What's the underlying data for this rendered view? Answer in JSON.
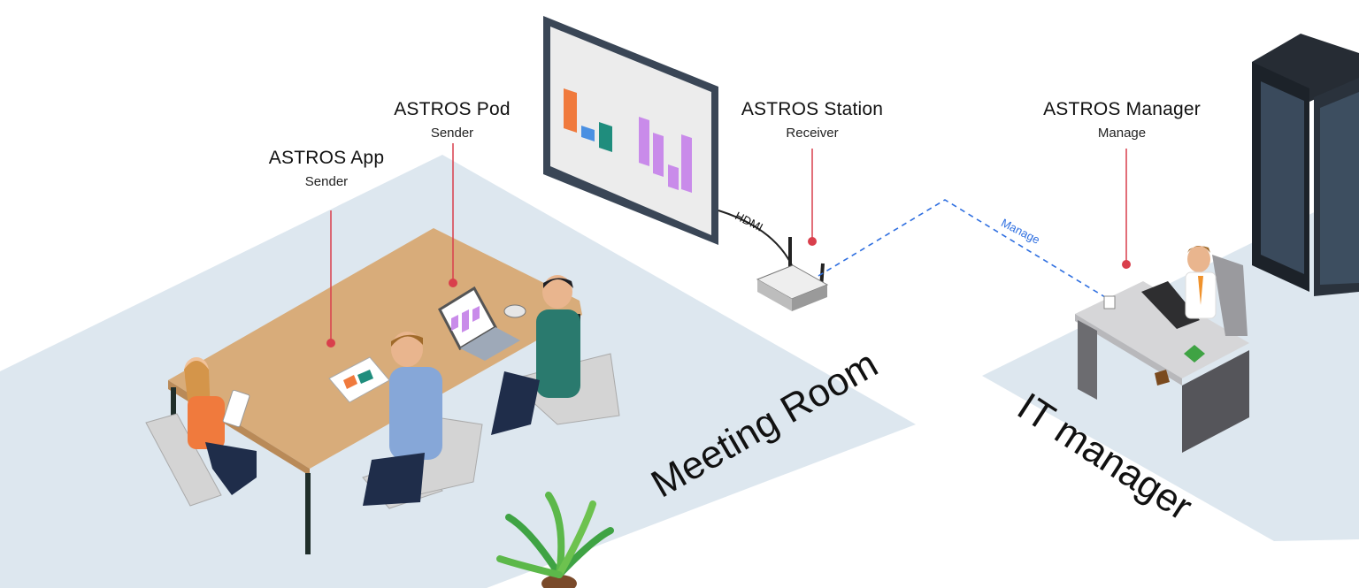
{
  "labels": {
    "app": {
      "title": "ASTROS App",
      "sub": "Sender"
    },
    "pod": {
      "title": "ASTROS Pod",
      "sub": "Sender"
    },
    "station": {
      "title": "ASTROS Station",
      "sub": "Receiver"
    },
    "manager": {
      "title": "ASTROS Manager",
      "sub": "Manage"
    }
  },
  "connections": {
    "hdmi": "HDMI",
    "manage": "Manage"
  },
  "rooms": {
    "meeting": "Meeting Room",
    "it": "IT manager"
  },
  "colors": {
    "floor": "#dde7ef",
    "pointer": "#d93f4c",
    "manage_link": "#2f6fe0",
    "table": "#d8ac7a",
    "screen_frame": "#3a4656"
  }
}
